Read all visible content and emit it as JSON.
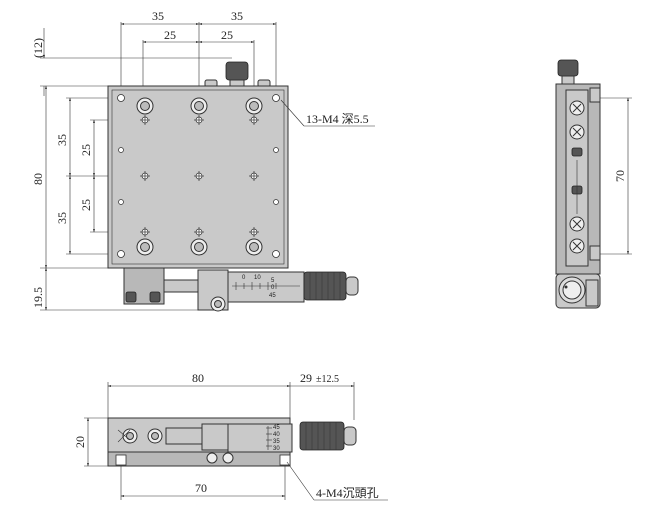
{
  "top_view": {
    "dim_35_left": "35",
    "dim_35_right": "35",
    "dim_25_left": "25",
    "dim_25_right": "25",
    "dim_12": "(12)",
    "dim_80": "80",
    "dim_35_upper": "35",
    "dim_25_upper": "25",
    "dim_25_lower": "25",
    "dim_35_lower": "35",
    "dim_19_5": "19.5",
    "hole_callout": "13-M4 深5.5",
    "scale_labels": [
      "0",
      "10",
      "5",
      "0",
      "45"
    ]
  },
  "side_view": {
    "dim_70": "70"
  },
  "front_view": {
    "dim_80": "80",
    "dim_29": "29",
    "dim_29_tol": "±12.5",
    "dim_20": "20",
    "dim_70": "70",
    "hole_callout": "4-M4沉頭孔",
    "scale_labels": [
      "45",
      "40",
      "35",
      "30"
    ]
  }
}
